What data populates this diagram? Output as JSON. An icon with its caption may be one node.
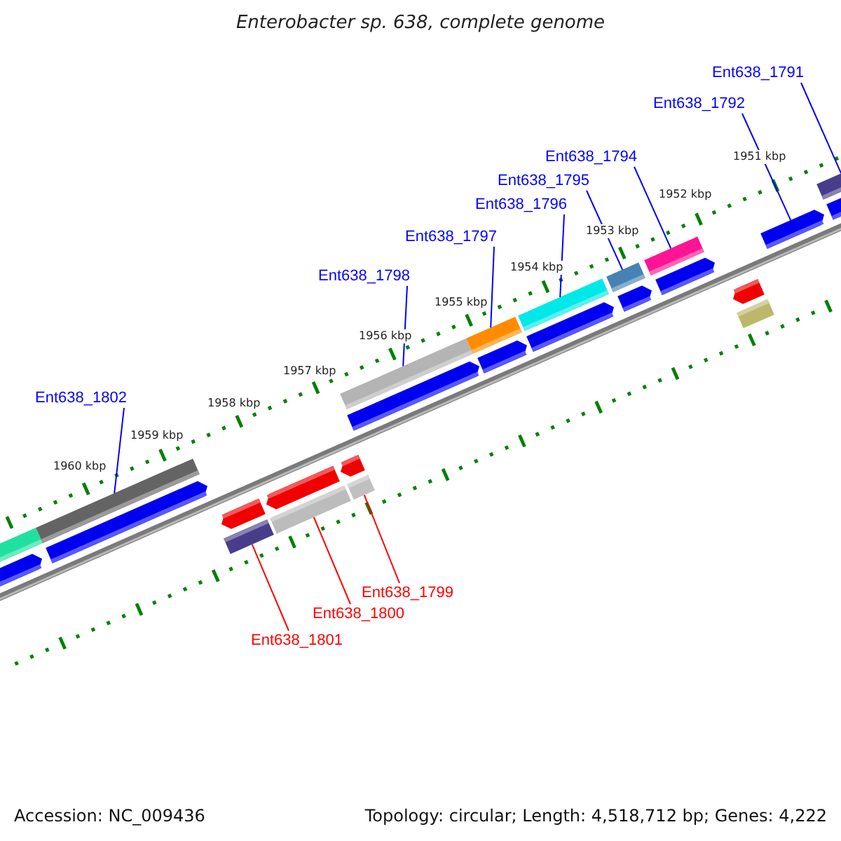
{
  "diagram": {
    "title": "Enterobacter sp. 638, complete genome",
    "nodes": [
      {
        "text": [
          "Ent638_1791"
        ]
      },
      {
        "text": [
          "Ent638_1792"
        ]
      },
      {
        "text": [
          "Ent638_1794"
        ]
      },
      {
        "text": [
          "Ent638_1795"
        ]
      },
      {
        "text": [
          "Ent638_1796"
        ]
      },
      {
        "text": [
          "Ent638_1797"
        ]
      },
      {
        "text": [
          "Ent638_1798"
        ]
      },
      {
        "text": [
          "Ent638_1802"
        ]
      },
      {
        "text": [
          "Ent638_1799"
        ]
      },
      {
        "text": [
          "Ent638_1800"
        ]
      },
      {
        "text": [
          "Ent638_1801"
        ]
      },
      {
        "text": [],
        "shape": "arrow"
      },
      {
        "text": [],
        "shape": "bar"
      },
      {
        "text": [],
        "shape": "bar"
      },
      {
        "text": [],
        "shape": "arrow"
      },
      {
        "text": [],
        "shape": "arrow"
      },
      {
        "text": [],
        "shape": "bar"
      },
      {
        "text": [],
        "shape": "arrow"
      },
      {
        "text": [],
        "shape": "bar"
      },
      {
        "text": [],
        "shape": "arrow"
      },
      {
        "text": [],
        "shape": "bar"
      },
      {
        "text": [],
        "shape": "arrow"
      },
      {
        "text": [],
        "shape": "bar"
      },
      {
        "text": [],
        "shape": "bar"
      },
      {
        "text": [],
        "shape": "arrow"
      },
      {
        "text": [],
        "shape": "bar"
      },
      {
        "text": [],
        "shape": "arrow"
      },
      {
        "text": [],
        "shape": "bar"
      },
      {
        "text": [],
        "shape": "arrow"
      },
      {
        "text": [],
        "shape": "bar"
      },
      {
        "text": [],
        "shape": "arrow"
      },
      {
        "text": [],
        "shape": "arrow"
      },
      {
        "text": [],
        "shape": "bar"
      },
      {
        "text": [],
        "shape": "arrow"
      },
      {
        "text": [],
        "shape": "bar"
      },
      {
        "text": [],
        "shape": "arrow"
      }
    ],
    "edges": [
      {
        "from": 0,
        "to": 34,
        "arrow": "none"
      },
      {
        "from": 1,
        "to": 33,
        "arrow": "none"
      },
      {
        "from": 2,
        "to": 29,
        "arrow": "none"
      },
      {
        "from": 3,
        "to": 27,
        "arrow": "none"
      },
      {
        "from": 4,
        "to": 25,
        "arrow": "none"
      },
      {
        "from": 5,
        "to": 23,
        "arrow": "none"
      },
      {
        "from": 6,
        "to": 20,
        "arrow": "none"
      },
      {
        "from": 7,
        "to": 13,
        "arrow": "none"
      },
      {
        "from": 8,
        "to": 22,
        "arrow": "none",
        "color": "#ff0000"
      },
      {
        "from": 9,
        "to": 18,
        "arrow": "none",
        "color": "#ff0000"
      },
      {
        "from": 10,
        "to": 16,
        "arrow": "none",
        "color": "#ff0000"
      }
    ],
    "labels": [
      "1951 kbp",
      "1952 kbp",
      "1953 kbp",
      "1954 kbp",
      "1955 kbp",
      "1956 kbp",
      "1957 kbp",
      "1958 kbp",
      "1959 kbp",
      "1960 kbp",
      "Accession: NC_009436",
      "Topology: circular; Length: 4,518,712 bp; Genes: 4,222"
    ]
  }
}
